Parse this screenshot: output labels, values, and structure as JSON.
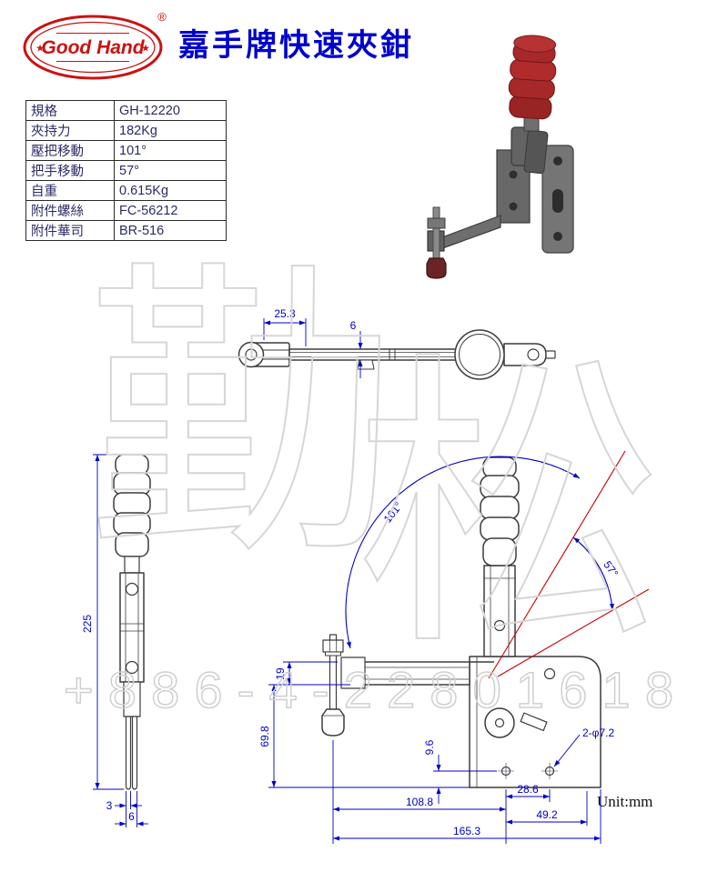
{
  "header": {
    "title": "嘉手牌快速夾鉗",
    "logo": {
      "brand": "Good Hand",
      "registered": "®"
    }
  },
  "spec_table": {
    "rows": [
      {
        "label": "規格",
        "value": "GH-12220"
      },
      {
        "label": "夾持力",
        "value": "182Kg"
      },
      {
        "label": "壓把移動",
        "value": "101°"
      },
      {
        "label": "把手移動",
        "value": "57°"
      },
      {
        "label": "自重",
        "value": "0.615Kg"
      },
      {
        "label": "附件螺絲",
        "value": "FC-56212"
      },
      {
        "label": "附件華司",
        "value": "BR-516"
      }
    ]
  },
  "drawings": {
    "top_view": {
      "dim_width": "25.3",
      "dim_bar": "6"
    },
    "side_view": {
      "dim_height": "225",
      "dim_plate": "3",
      "dim_total": "6"
    },
    "front_view": {
      "angle_clamp": "101°",
      "angle_handle": "57°",
      "dim_arm_height": "19",
      "dim_arm_to_base": "69.8",
      "dim_hole_offset": "9.6",
      "dim_spindle_to_hole": "108.8",
      "dim_hole_spacing": "28.6",
      "dim_hole_to_edge": "49.2",
      "dim_overall": "165.3",
      "holes_callout": "2-φ7.2"
    },
    "unit_label": "Unit:mm"
  },
  "watermark": {
    "char_first": "勤",
    "char_second": "松",
    "phone": "+886-4-22801618"
  },
  "colors": {
    "dimension_blue": "#0000c8",
    "line_gray": "#3c3c3c",
    "reference_red": "#cc0000",
    "title_blue": "#0000cc",
    "logo_red": "#cc1111"
  }
}
